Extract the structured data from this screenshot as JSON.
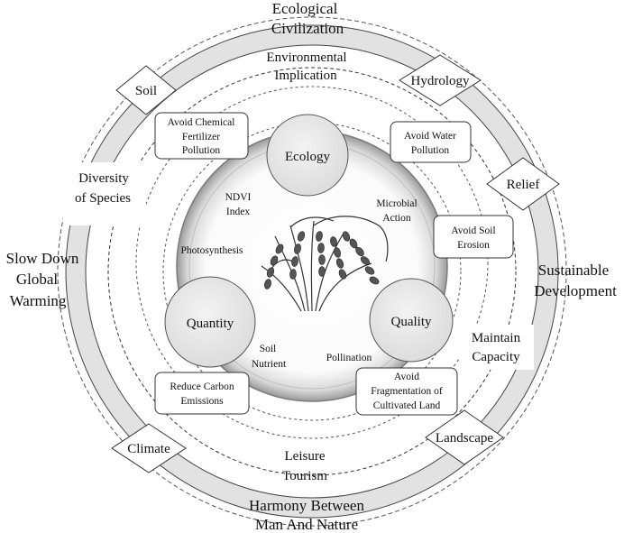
{
  "outer_ring": {
    "top": [
      "Ecological",
      "Civilization"
    ],
    "bottom": [
      "Harmony Between",
      "Man And Nature"
    ],
    "left": [
      "Slow Down",
      "Global",
      "Warming"
    ],
    "right": [
      "Sustainable",
      "Development"
    ]
  },
  "middle_ring": {
    "top": [
      "Environmental",
      "Implication"
    ],
    "bottom": [
      "Leisure",
      "Tourism"
    ],
    "left": [
      "Diversity",
      "of Species"
    ],
    "right": [
      "Maintain",
      "Capacity"
    ]
  },
  "diamonds": {
    "soil": "Soil",
    "hydrology": "Hydrology",
    "relief": "Relief",
    "climate": "Climate",
    "landscape": "Landscape"
  },
  "boxes": {
    "avoid_chemical": [
      "Avoid Chemical",
      "Fertilizer",
      "Pollution"
    ],
    "avoid_water": [
      "Avoid Water",
      "Pollution"
    ],
    "avoid_soil": [
      "Avoid Soil",
      "Erosion"
    ],
    "reduce_carbon": [
      "Reduce Carbon",
      "Emissions"
    ],
    "avoid_fragmentation": [
      "Avoid",
      "Fragmentation of",
      "Cultivated Land"
    ]
  },
  "circles": {
    "ecology": "Ecology",
    "quantity": "Quantity",
    "quality": "Quality"
  },
  "inner_labels": {
    "ndvi": [
      "NDVI",
      "Index"
    ],
    "microbial": [
      "Microbial",
      "Action"
    ],
    "photosynthesis": "Photosynthesis",
    "soil_nutrient": [
      "Soil",
      "Nutrient"
    ],
    "pollination": "Pollination"
  },
  "center_image": "rice-plant-illustration"
}
